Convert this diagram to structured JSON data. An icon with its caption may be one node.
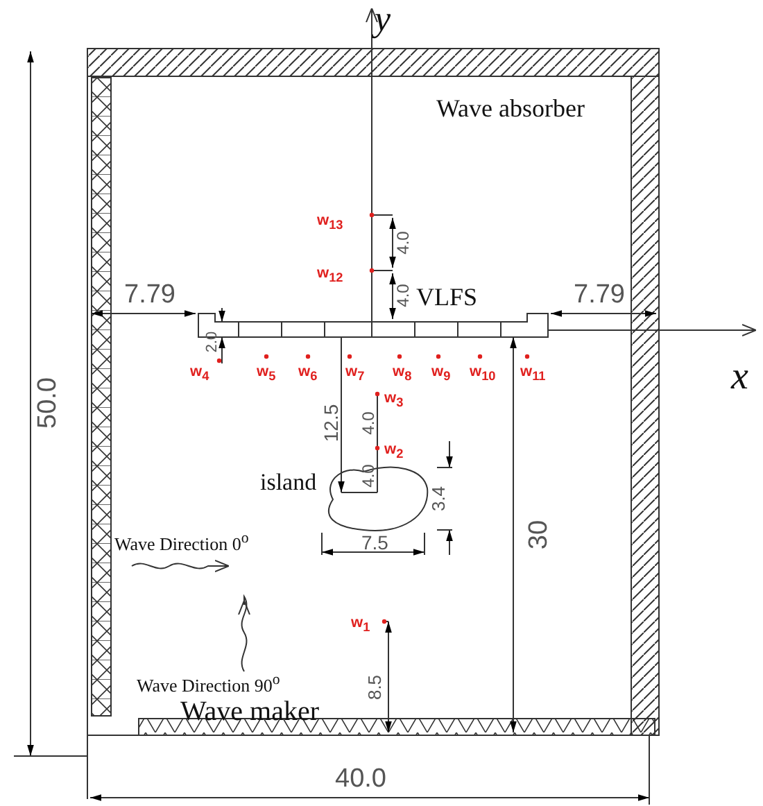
{
  "diagram": {
    "labels": [
      "y",
      "Wave absorber",
      "w$_{13}$",
      "4.0",
      "w$_{12}$",
      "7.79",
      "4.0",
      "VLFS",
      "7.79",
      "2.0",
      "w$_{4}$",
      "w$_{5}$",
      "w$_{6}$",
      "w$_{7}$",
      "w$_{8}$",
      "w$_{9}$",
      "w$_{10}$",
      "w$_{11}$",
      "x",
      "50.0",
      "w$_{3}$",
      "12.5",
      "4.0",
      "w$_{2}$",
      "island",
      "4.0",
      "3.4",
      "Wave Direction 0$^{o}$",
      "7.5",
      "30",
      "w$_{1}$",
      "Wave Direction 90$^{o}$",
      "8.5",
      "Wave maker",
      "40.0"
    ]
  }
}
